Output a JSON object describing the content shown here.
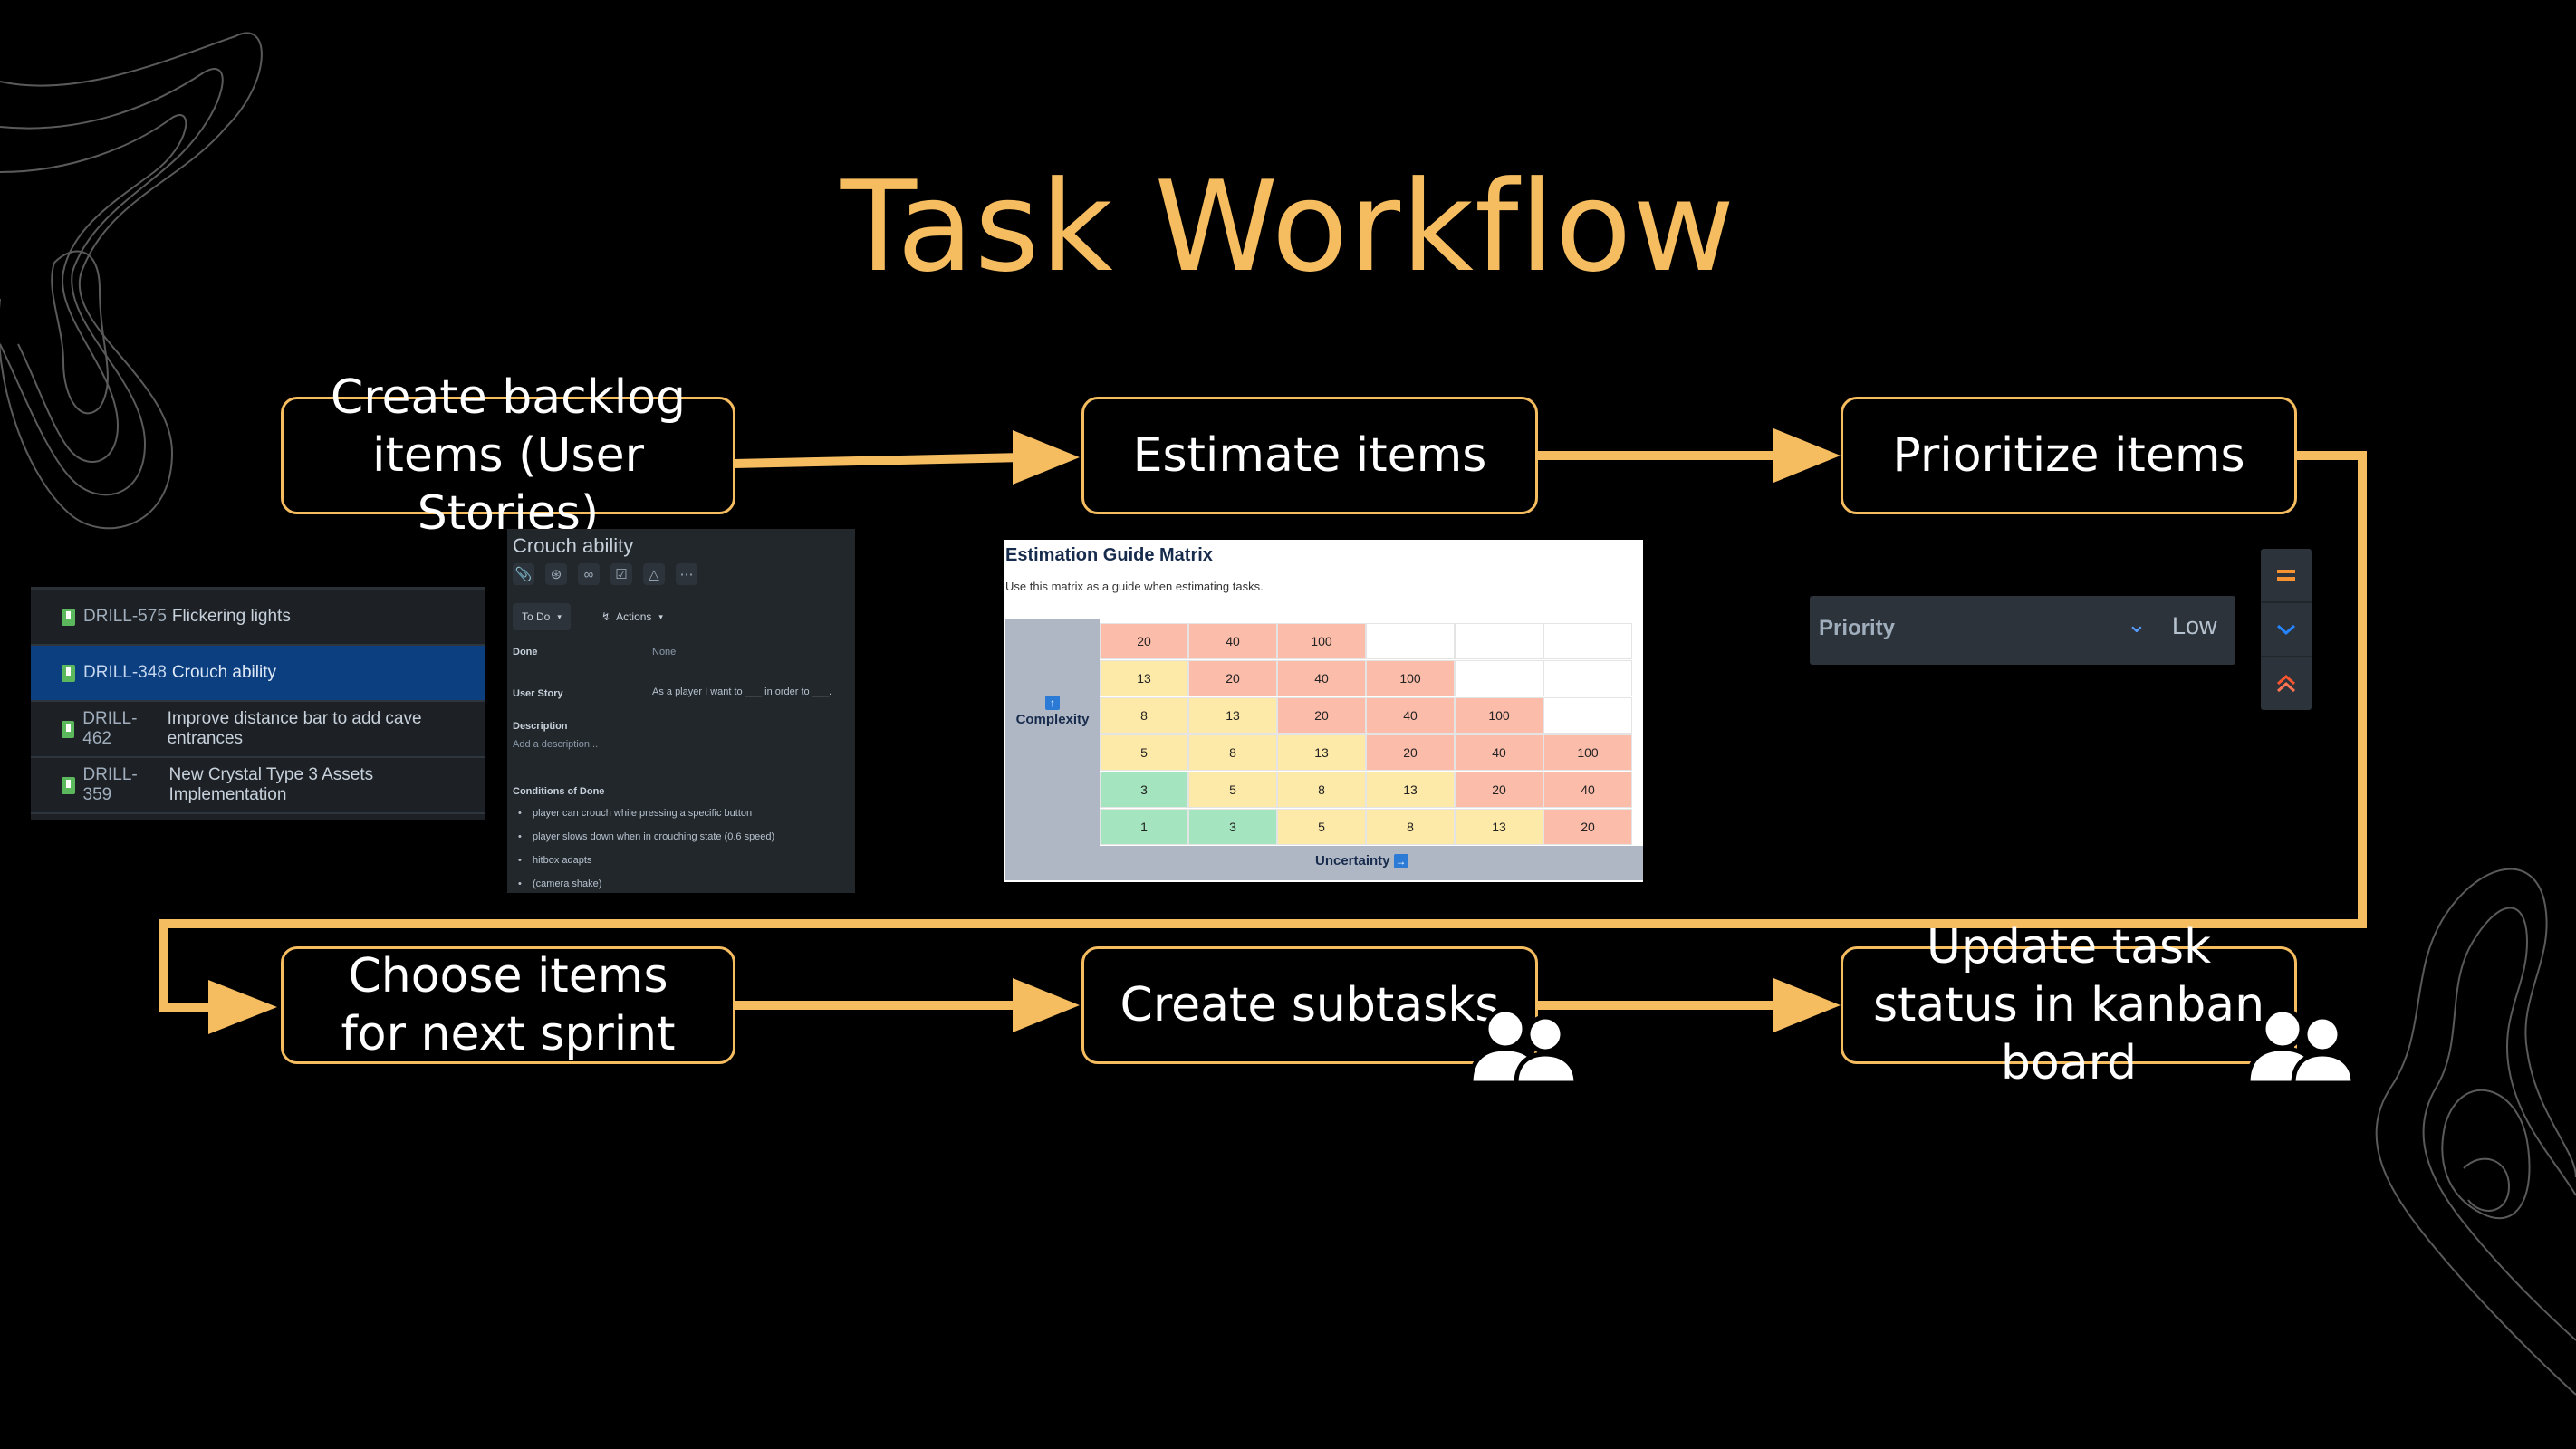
{
  "title": "Task Workflow",
  "steps": {
    "create_backlog": "Create backlog items (User Stories)",
    "estimate": "Estimate items",
    "prioritize": "Prioritize items",
    "choose": "Choose items for next sprint",
    "subtasks": "Create subtasks",
    "update": "Update task status in kanban board"
  },
  "backlog": [
    {
      "key": "DRILL-575",
      "summary": "Flickering lights"
    },
    {
      "key": "DRILL-348",
      "summary": "Crouch ability"
    },
    {
      "key": "DRILL-462",
      "summary": "Improve distance bar to add cave entrances"
    },
    {
      "key": "DRILL-359",
      "summary": "New Crystal Type 3 Assets Implementation"
    }
  ],
  "issue": {
    "title": "Crouch ability",
    "status": "To Do",
    "actions": "Actions",
    "done_label": "Done",
    "done_value": "None",
    "user_story_label": "User Story",
    "user_story_value": "As a player I want to ___ in order to ___.",
    "description_label": "Description",
    "description_placeholder": "Add a description...",
    "conditions_label": "Conditions of Done",
    "conditions": [
      "player can crouch while pressing a specific button",
      "player slows down when in crouching state (0.6 speed)",
      "hitbox adapts",
      "(camera shake)"
    ]
  },
  "matrix": {
    "title": "Estimation Guide Matrix",
    "subtitle": "Use this matrix as a guide when estimating tasks.",
    "y_label": "Complexity",
    "x_label": "Uncertainty",
    "rows": [
      [
        {
          "v": "20",
          "c": "red"
        },
        {
          "v": "40",
          "c": "red"
        },
        {
          "v": "100",
          "c": "red"
        },
        {
          "v": "",
          "c": "wht"
        },
        {
          "v": "",
          "c": "wht"
        },
        {
          "v": "",
          "c": "wht"
        }
      ],
      [
        {
          "v": "13",
          "c": "yel"
        },
        {
          "v": "20",
          "c": "red"
        },
        {
          "v": "40",
          "c": "red"
        },
        {
          "v": "100",
          "c": "red"
        },
        {
          "v": "",
          "c": "wht"
        },
        {
          "v": "",
          "c": "wht"
        }
      ],
      [
        {
          "v": "8",
          "c": "yel"
        },
        {
          "v": "13",
          "c": "yel"
        },
        {
          "v": "20",
          "c": "red"
        },
        {
          "v": "40",
          "c": "red"
        },
        {
          "v": "100",
          "c": "red"
        },
        {
          "v": "",
          "c": "wht"
        }
      ],
      [
        {
          "v": "5",
          "c": "yel"
        },
        {
          "v": "8",
          "c": "yel"
        },
        {
          "v": "13",
          "c": "yel"
        },
        {
          "v": "20",
          "c": "red"
        },
        {
          "v": "40",
          "c": "red"
        },
        {
          "v": "100",
          "c": "red"
        }
      ],
      [
        {
          "v": "3",
          "c": "grn"
        },
        {
          "v": "5",
          "c": "yel"
        },
        {
          "v": "8",
          "c": "yel"
        },
        {
          "v": "13",
          "c": "yel"
        },
        {
          "v": "20",
          "c": "red"
        },
        {
          "v": "40",
          "c": "red"
        }
      ],
      [
        {
          "v": "1",
          "c": "grn"
        },
        {
          "v": "3",
          "c": "grn"
        },
        {
          "v": "5",
          "c": "yel"
        },
        {
          "v": "8",
          "c": "yel"
        },
        {
          "v": "13",
          "c": "yel"
        },
        {
          "v": "20",
          "c": "red"
        }
      ]
    ]
  },
  "priority": {
    "label": "Priority",
    "value": "Low",
    "options": [
      "medium-icon",
      "low-icon",
      "highest-icon"
    ]
  },
  "colors": {
    "accent": "#f6bd60",
    "background": "#000000"
  }
}
